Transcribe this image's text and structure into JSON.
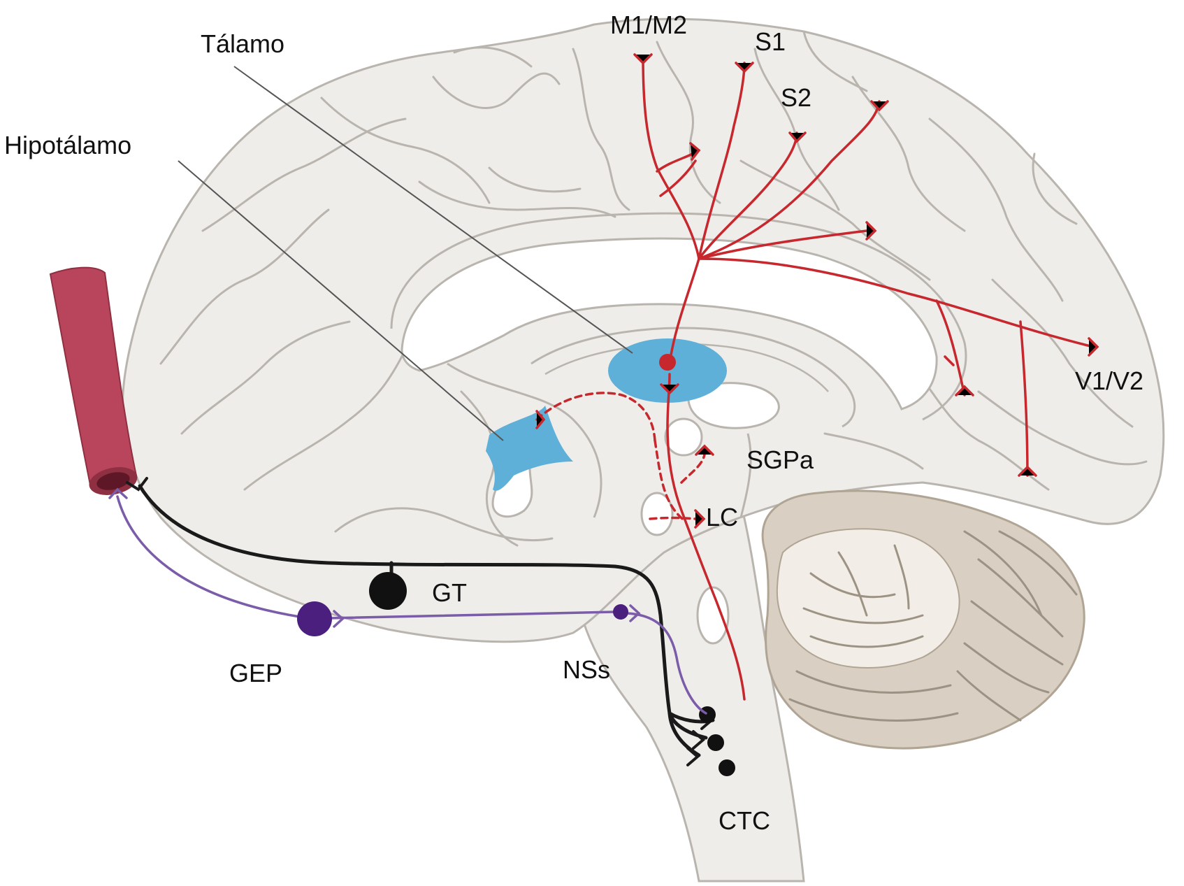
{
  "colors": {
    "background": "#ffffff",
    "brain": "#efedea",
    "brain_outline": "#b9b5ae",
    "ventricle": "#ffffff",
    "cerebellum": "#d9cfc2",
    "thalamus": "#5eb0d8",
    "hypothalamus": "#5eb0d8",
    "noradrenergic_pathway": "#c6282e",
    "cholinergic_pathway": "#1a1a1a",
    "pathway_purple": "#5a2a8a",
    "blood_vessel": "#b9455c"
  },
  "labels": {
    "m1m2": "M1/M2",
    "s1": "S1",
    "s2": "S2",
    "talamo": "Tálamo",
    "hipotalamo": "Hipotálamo",
    "v1v2": "V1/V2",
    "sgpa": "SGPa",
    "lc": "LC",
    "gt": "GT",
    "gep": "GEP",
    "nss": "NSs",
    "ctc": "CTC"
  }
}
